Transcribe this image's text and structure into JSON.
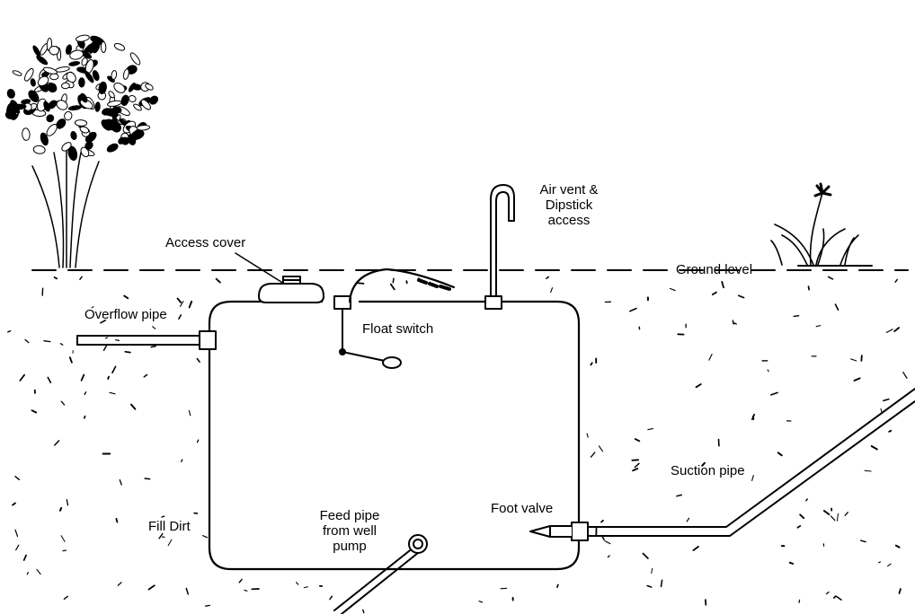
{
  "labels": {
    "access_cover": "Access cover",
    "air_vent": [
      "Air vent &",
      "Dipstick",
      "access"
    ],
    "ground_level": "Ground level",
    "overflow_pipe": "Overflow pipe",
    "float_switch": "Float switch",
    "suction_pipe": "Suction pipe",
    "foot_valve": "Foot valve",
    "fill_dirt": "Fill Dirt",
    "feed_pipe": [
      "Feed pipe",
      "from well",
      "pump"
    ]
  },
  "colors": {
    "ink": "#000000",
    "background": "#ffffff"
  }
}
